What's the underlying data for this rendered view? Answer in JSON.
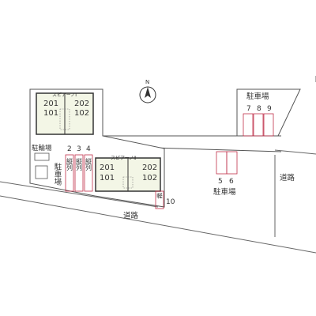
{
  "compass": {
    "label": "N"
  },
  "buildings": [
    {
      "name": "スピアーノⅠ",
      "units": [
        "201",
        "202",
        "101",
        "102"
      ]
    },
    {
      "name": "スピアーノⅡ",
      "units": [
        "201",
        "202",
        "101",
        "102"
      ]
    }
  ],
  "labels": {
    "bicycle_parking": "駐輪場",
    "parking_left": "駐車場",
    "parking_top_right": "駐車場",
    "parking_right": "駐車場",
    "road_bottom": "道路",
    "road_right": "道路",
    "parallel_parking": "縦列",
    "light_vehicle": "軽"
  },
  "parking_spaces": {
    "left_group": [
      "2",
      "3",
      "4"
    ],
    "top_right_group": [
      "7",
      "8",
      "9"
    ],
    "center_right_group": [
      "5",
      "6"
    ],
    "light_space": "10"
  },
  "colors": {
    "line": "#555555",
    "building_fill": "#f3f6e6",
    "unit_label": "#333333",
    "parking_line": "#c0304a",
    "road_line": "#666666"
  }
}
